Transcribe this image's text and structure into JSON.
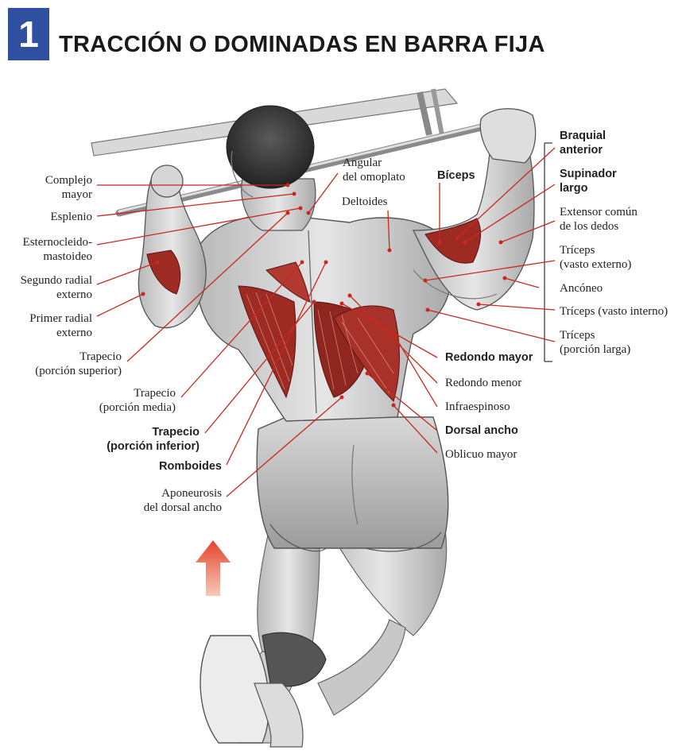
{
  "header": {
    "number": "1",
    "title": "TRACCIÓN O DOMINADAS EN BARRA FIJA"
  },
  "colors": {
    "number_box": "#2f4fa0",
    "leader_line": "#c8281e",
    "muscle_red": "#9e2a24",
    "arrow": "#e8583a"
  },
  "labels": {
    "complejo_mayor": "Complejo\nmayor",
    "esplenio": "Esplenio",
    "esternocleido": "Esternocleido-\nmastoideo",
    "segundo_radial": "Segundo radial\nexterno",
    "primer_radial": "Primer radial\nexterno",
    "trapecio_sup": "Trapecio\n(porción superior)",
    "trapecio_media": "Trapecio\n(porción media)",
    "trapecio_inf": "Trapecio\n(porción inferior)",
    "romboides": "Romboides",
    "aponeurosis": "Aponeurosis\ndel dorsal ancho",
    "angular": "Angular\ndel omoplato",
    "deltoides": "Deltoides",
    "biceps": "Bíceps",
    "braquial": "Braquial\nanterior",
    "supinador": "Supinador\nlargo",
    "extensor": "Extensor común\nde los dedos",
    "triceps_ext": "Tríceps\n(vasto externo)",
    "ancóneo": "Ancóneo",
    "triceps_int": "Tríceps (vasto interno)",
    "triceps_larga": "Tríceps\n(porción larga)",
    "redondo_mayor": "Redondo mayor",
    "redondo_menor": "Redondo menor",
    "infraespinoso": "Infraespinoso",
    "dorsal_ancho": "Dorsal ancho",
    "oblicuo": "Oblicuo mayor"
  }
}
